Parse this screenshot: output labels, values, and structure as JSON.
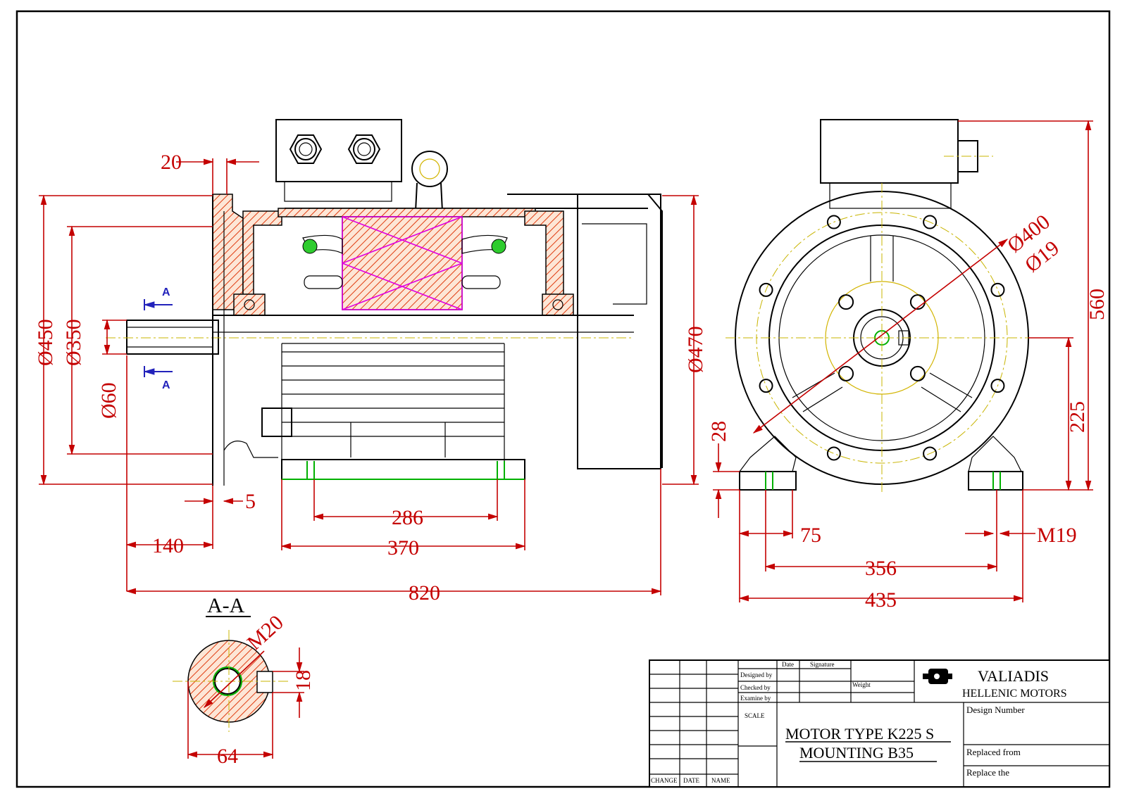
{
  "dimensions": {
    "side_view": {
      "d20": "20",
      "d450": "Ø450",
      "d350": "Ø350",
      "d60": "Ø60",
      "d470": "Ø470",
      "d5": "5",
      "d140": "140",
      "d286": "286",
      "d370": "370",
      "d820": "820"
    },
    "front_view": {
      "d400": "Ø400",
      "d19": "Ø19",
      "d560": "560",
      "d225": "225",
      "d28": "28",
      "d75": "75",
      "m19": "M19",
      "d356": "356",
      "d435": "435"
    },
    "section": {
      "title": "A-A",
      "m20": "M20",
      "d18": "18",
      "d64": "64",
      "marker": "A"
    }
  },
  "title_block": {
    "col_change": "CHANGE",
    "col_date": "DATE",
    "col_name": "NAME",
    "hdr_date": "Date",
    "hdr_signature": "Signature",
    "designed_by": "Designed by",
    "checked_by": "Checked by",
    "examine_by": "Examine by",
    "weight": "Weight",
    "scale": "SCALE",
    "company_line1": "VALIADIS",
    "company_line2": "HELLENIC MOTORS",
    "design_number": "Design Number",
    "motor_type": "MOTOR TYPE K225 S",
    "mounting": "MOUNTING   B35",
    "replaced_from": "Replaced from",
    "replace_the": "Replace the"
  }
}
